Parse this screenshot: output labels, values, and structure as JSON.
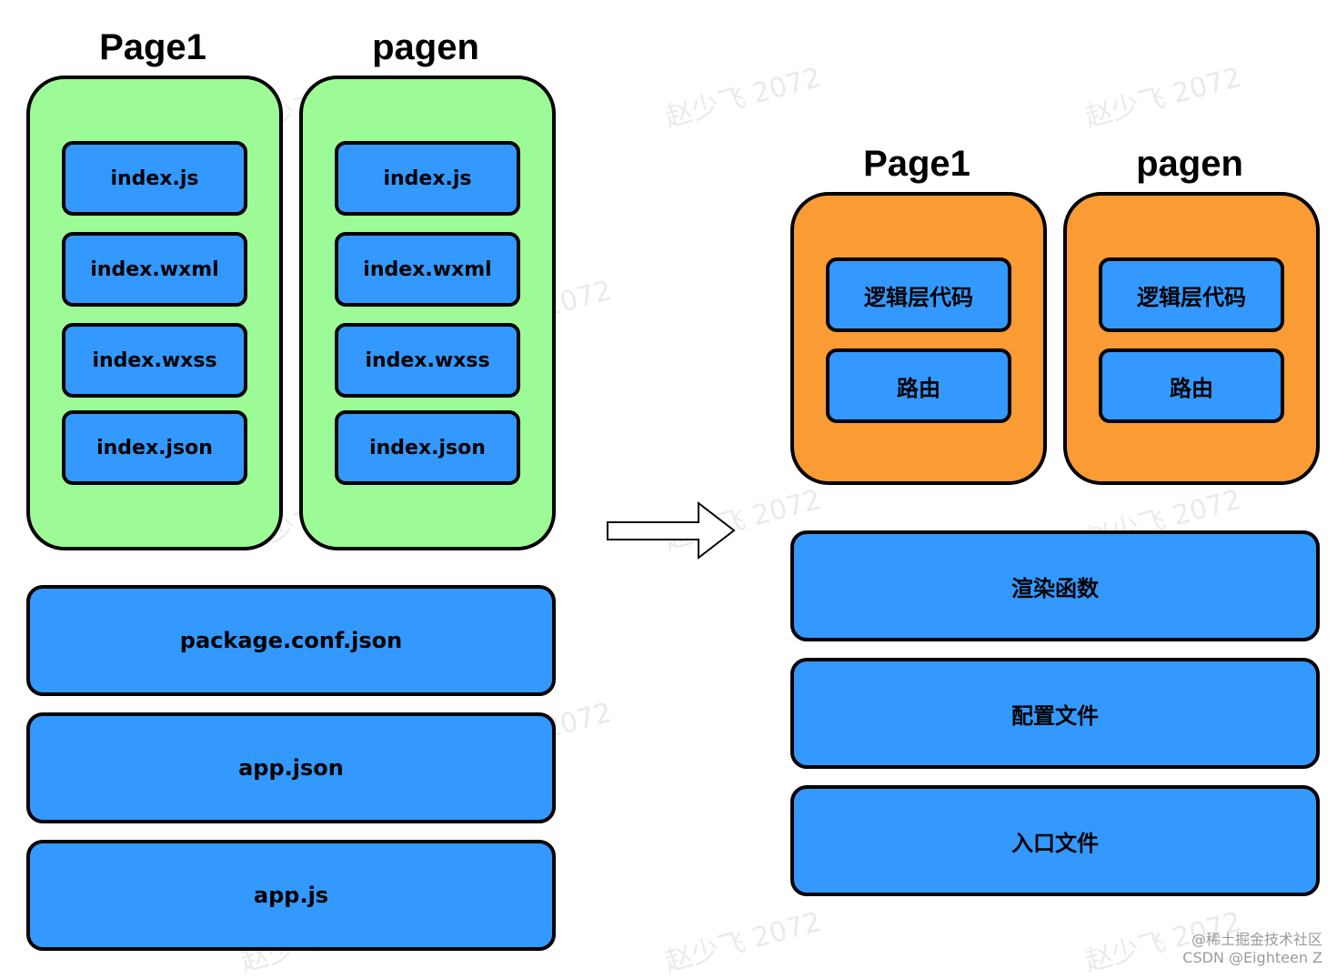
{
  "left": {
    "page1_title": "Page1",
    "pagen_title": "pagen",
    "page1_files": [
      "index.js",
      "index.wxml",
      "index.wxss",
      "index.json"
    ],
    "pagen_files": [
      "index.js",
      "index.wxml",
      "index.wxss",
      "index.json"
    ],
    "package_conf": "package.conf.json",
    "app_json": "app.json",
    "app_js": "app.js"
  },
  "right": {
    "page1_title": "Page1",
    "pagen_title": "pagen",
    "page1_items": [
      "逻辑层代码",
      "路由"
    ],
    "pagen_items": [
      "逻辑层代码",
      "路由"
    ],
    "render_function": "渲染函数",
    "config_file": "配置文件",
    "entry_file": "入口文件"
  },
  "watermark_text": "赵少飞 2072",
  "credit": {
    "line1": "@稀土掘金技术社区",
    "line2": "CSDN @Eighteen Z"
  },
  "colors": {
    "green_panel": "#9cfb96",
    "orange_panel": "#fb9b33",
    "blue_box": "#3399ff",
    "border": "#000000"
  }
}
